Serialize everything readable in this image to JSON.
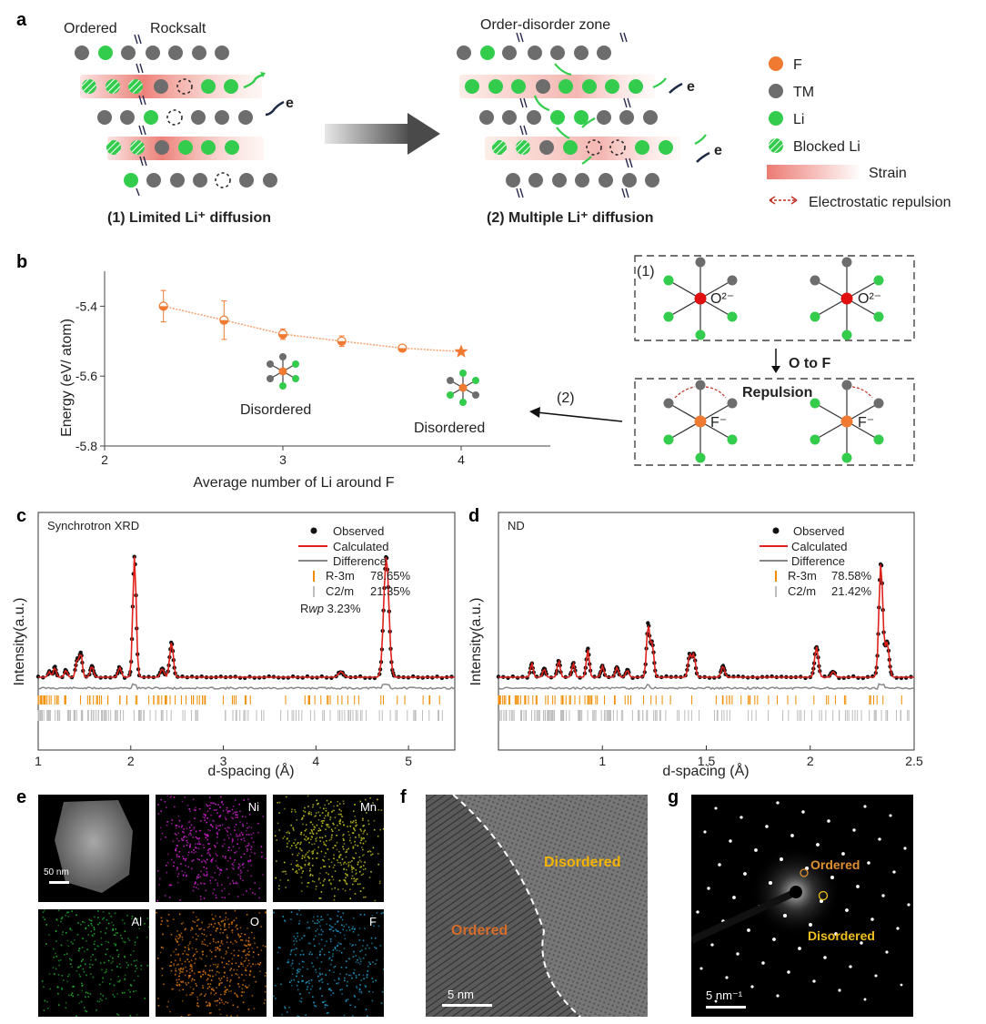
{
  "panels": {
    "a": "a",
    "b": "b",
    "c": "c",
    "d": "d",
    "e": "e",
    "f": "f",
    "g": "g"
  },
  "panel_a": {
    "ordered": "Ordered",
    "rocksalt": "Rocksalt",
    "order_disorder_zone": "Order-disorder zone",
    "caption1": "(1) Limited Li⁺ diffusion",
    "caption2": "(2) Multiple Li⁺ diffusion",
    "electron": "e",
    "legend": {
      "f": "F",
      "tm": "TM",
      "li": "Li",
      "blocked_li": "Blocked Li",
      "strain": "Strain",
      "repulsion": "Electrostatic repulsion"
    },
    "colors": {
      "f": "#f07a32",
      "tm": "#6d6d6d",
      "li": "#33cc4d",
      "strain": "#ec7b73"
    }
  },
  "panel_b": {
    "scheme": {
      "label1": "(1)",
      "o_ion": "O²⁻",
      "o_to_f": "O to F",
      "repulsion": "Repulsion",
      "f_ion": "F⁻",
      "label2": "(2)"
    },
    "cluster_label_1": "Disordered",
    "cluster_label_2": "Disordered"
  },
  "chart_data": [
    {
      "panel": "b",
      "type": "line",
      "xlabel": "Average number of Li around F",
      "ylabel": "Energy (eV/ atom)",
      "xlim": [
        2,
        4.5
      ],
      "ylim": [
        -5.8,
        -5.3
      ],
      "xticks": [
        "2",
        "3",
        "4"
      ],
      "yticks": [
        "-5.4",
        "-5.6",
        "-5.8"
      ],
      "series": [
        {
          "x": [
            2.33,
            2.67,
            3.0,
            3.33,
            3.67,
            4.0
          ],
          "y": [
            -5.4,
            -5.44,
            -5.48,
            -5.5,
            -5.52,
            -5.53
          ],
          "err": [
            0.045,
            0.055,
            0.015,
            0.015,
            0.008,
            0.004
          ]
        }
      ],
      "color": "#f07a32"
    },
    {
      "panel": "c",
      "type": "line",
      "title": "Synchrotron XRD",
      "xlabel": "d-spacing (Å)",
      "ylabel": "Intensity(a.u.)",
      "xlim": [
        1,
        5.5
      ],
      "xticks": [
        "1",
        "2",
        "3",
        "4",
        "5"
      ],
      "peaks": [
        {
          "x": 1.12,
          "y": 0.04
        },
        {
          "x": 1.18,
          "y": 0.07
        },
        {
          "x": 1.3,
          "y": 0.05
        },
        {
          "x": 1.42,
          "y": 0.12
        },
        {
          "x": 1.46,
          "y": 0.17
        },
        {
          "x": 1.58,
          "y": 0.08
        },
        {
          "x": 1.88,
          "y": 0.07
        },
        {
          "x": 2.04,
          "y": 0.87
        },
        {
          "x": 2.34,
          "y": 0.06
        },
        {
          "x": 2.44,
          "y": 0.25
        },
        {
          "x": 4.27,
          "y": 0.04
        },
        {
          "x": 4.76,
          "y": 0.87
        }
      ],
      "legend": {
        "observed": "Observed",
        "calculated": "Calculated",
        "difference": "Difference",
        "phase1": "R-3m",
        "phase1_frac": "78.65%",
        "phase2": "C2/m",
        "phase2_frac": "21.35%",
        "rwp_prefix": "R",
        "rwp_sub": "wp",
        "rwp_value": "3.23%"
      }
    },
    {
      "panel": "d",
      "type": "line",
      "title": "ND",
      "xlabel": "d-spacing (Å)",
      "ylabel": "Intensity(a.u.)",
      "xlim": [
        0.5,
        2.5
      ],
      "xticks": [
        "1",
        "1.5",
        "2",
        "2.5"
      ],
      "peaks": [
        {
          "x": 0.66,
          "y": 0.1
        },
        {
          "x": 0.72,
          "y": 0.06
        },
        {
          "x": 0.79,
          "y": 0.12
        },
        {
          "x": 0.86,
          "y": 0.1
        },
        {
          "x": 0.93,
          "y": 0.2
        },
        {
          "x": 1.0,
          "y": 0.08
        },
        {
          "x": 1.07,
          "y": 0.07
        },
        {
          "x": 1.12,
          "y": 0.05
        },
        {
          "x": 1.22,
          "y": 0.38
        },
        {
          "x": 1.24,
          "y": 0.24
        },
        {
          "x": 1.42,
          "y": 0.16
        },
        {
          "x": 1.44,
          "y": 0.16
        },
        {
          "x": 1.58,
          "y": 0.08
        },
        {
          "x": 2.03,
          "y": 0.22
        },
        {
          "x": 2.11,
          "y": 0.04
        },
        {
          "x": 2.34,
          "y": 0.82
        },
        {
          "x": 2.37,
          "y": 0.25
        }
      ],
      "legend": {
        "observed": "Observed",
        "calculated": "Calculated",
        "difference": "Difference",
        "phase1": "R-3m",
        "phase1_frac": "78.58%",
        "phase2": "C2/m",
        "phase2_frac": "21.42%"
      }
    }
  ],
  "panel_e": {
    "scale": "50 nm",
    "maps": [
      {
        "label": "",
        "color": "#9a9a9a"
      },
      {
        "label": "Ni",
        "color": "#d020d0"
      },
      {
        "label": "Mn",
        "color": "#c8c820"
      },
      {
        "label": "Al",
        "color": "#20b030"
      },
      {
        "label": "O",
        "color": "#e07a10"
      },
      {
        "label": "F",
        "color": "#1ea0d0"
      }
    ]
  },
  "panel_f": {
    "disordered": "Disordered",
    "ordered": "Ordered",
    "scale": "5 nm"
  },
  "panel_g": {
    "ordered": "Ordered",
    "disordered": "Disordered",
    "scale": "5 nm⁻¹"
  }
}
